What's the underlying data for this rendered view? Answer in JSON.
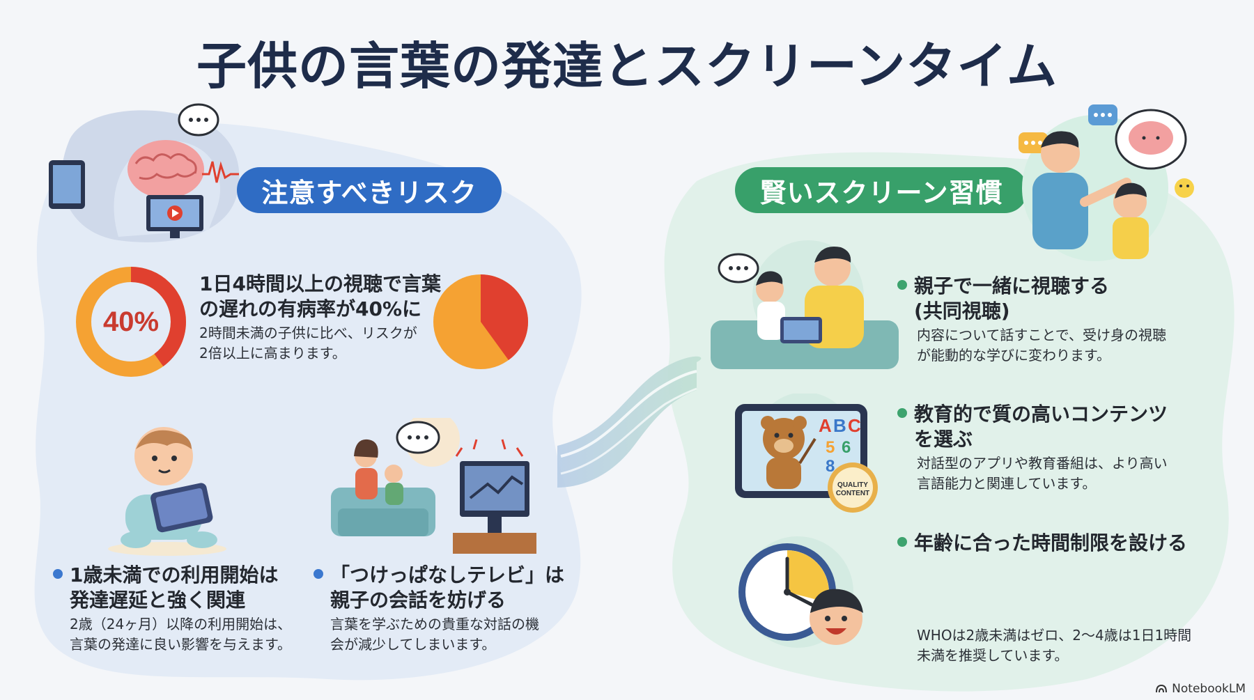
{
  "title": "子供の言葉の発達とスクリーンタイム",
  "risk_section": {
    "label": "注意すべきリスク",
    "stat": {
      "percent_label": "40%",
      "percent_value": 40,
      "heading_line1": "1日4時間以上の視聴で言葉",
      "heading_line2": "の遅れの有病率が40%に",
      "desc_line1": "2時間未満の子供に比べ、リスクが",
      "desc_line2": "2倍以上に高まります。"
    },
    "item1": {
      "heading_line1": "1歳未満での利用開始は",
      "heading_line2": "発達遅延と強く関連",
      "desc_line1": "2歳（24ヶ月）以降の利用開始は、",
      "desc_line2": "言葉の発達に良い影響を与えます。"
    },
    "item2": {
      "heading_line1": "「つけっぱなしテレビ」は",
      "heading_line2": "親子の会話を妨げる",
      "desc_line1": "言葉を学ぶための貴重な対話の機",
      "desc_line2": "会が減少してしまいます。"
    }
  },
  "habit_section": {
    "label": "賢いスクリーン習慣",
    "item1": {
      "heading_line1": "親子で一緒に視聴する",
      "heading_line2": "(共同視聴)",
      "desc_line1": "内容について話すことで、受け身の視聴",
      "desc_line2": "が能動的な学びに変わります。"
    },
    "item2": {
      "heading_line1": "教育的で質の高いコンテンツ",
      "heading_line2": "を選ぶ",
      "desc_line1": "対話型のアプリや教育番組は、より高い",
      "desc_line2": "言語能力と関連しています。"
    },
    "item3": {
      "heading_line1": "年齢に合った時間制限を設ける",
      "desc_line1": "WHOは2歳未満はゼロ、2〜4歳は1日1時間",
      "desc_line2": "未満を推奨しています。"
    },
    "badge_line1": "QUALITY",
    "badge_line2": "CONTENT",
    "abc_letters": [
      "A",
      "B",
      "C"
    ],
    "abc_numbers": [
      "5",
      "6",
      "8"
    ]
  },
  "footer": {
    "brand": "NotebookLM"
  },
  "colors": {
    "title": "#1e2c4a",
    "risk_blue": "#2f6cc4",
    "habit_green": "#38a06a",
    "chart_orange": "#f5a233",
    "chart_red": "#e0402f"
  },
  "icons": [
    "brain-icon",
    "speech-bubble-icon",
    "tablet-icon",
    "tv-icon",
    "baby-with-tablet-icon",
    "family-tv-icon",
    "parent-child-icon",
    "tablet-bear-icon",
    "quality-badge-icon",
    "clock-icon",
    "child-face-icon",
    "notebooklm-logo-icon"
  ]
}
